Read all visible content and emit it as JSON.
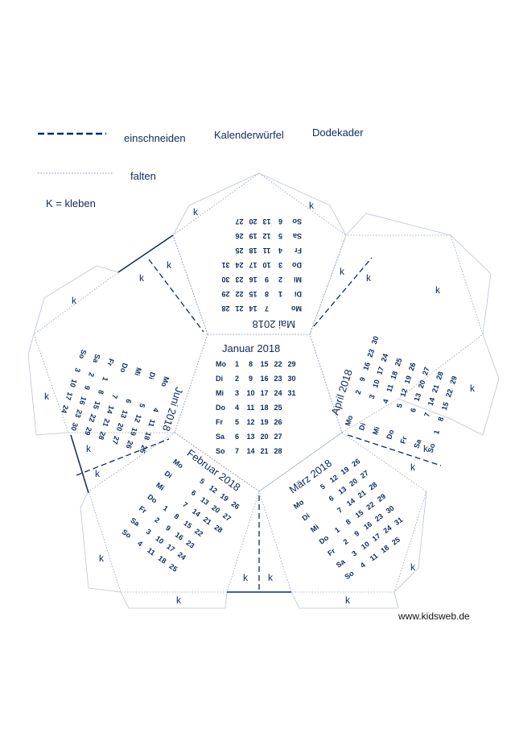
{
  "legend": {
    "cut": "einschneiden",
    "fold": "falten",
    "glue": "K = kleben"
  },
  "header": {
    "title1": "Kalenderwürfel",
    "title2": "Dodekader"
  },
  "glue_tab": "k",
  "footer": "www.kidsweb.de",
  "colors": {
    "ink": "#0e2a5c",
    "paper": "#ffffff"
  },
  "weekdays": [
    "Mo",
    "Di",
    "Mi",
    "Do",
    "Fr",
    "Sa",
    "So"
  ],
  "months": [
    {
      "id": "jan",
      "title": "Januar   2018",
      "rows": [
        [
          "1",
          "8",
          "15",
          "22",
          "29"
        ],
        [
          "2",
          "9",
          "16",
          "23",
          "30"
        ],
        [
          "3",
          "10",
          "17",
          "24",
          "31"
        ],
        [
          "4",
          "11",
          "18",
          "25",
          ""
        ],
        [
          "5",
          "12",
          "19",
          "26",
          ""
        ],
        [
          "6",
          "13",
          "20",
          "27",
          ""
        ],
        [
          "7",
          "14",
          "21",
          "28",
          ""
        ]
      ]
    },
    {
      "id": "feb",
      "title": "Februar  2018",
      "rows": [
        [
          "",
          "5",
          "12",
          "19",
          "26"
        ],
        [
          "",
          "6",
          "13",
          "20",
          "27"
        ],
        [
          "",
          "7",
          "14",
          "21",
          "28"
        ],
        [
          "1",
          "8",
          "15",
          "22",
          ""
        ],
        [
          "2",
          "9",
          "16",
          "23",
          ""
        ],
        [
          "3",
          "10",
          "17",
          "24",
          ""
        ],
        [
          "4",
          "11",
          "18",
          "25",
          ""
        ]
      ]
    },
    {
      "id": "mar",
      "title": "März 2018",
      "rows": [
        [
          "",
          "5",
          "12",
          "19",
          "26"
        ],
        [
          "",
          "6",
          "13",
          "20",
          "27"
        ],
        [
          "",
          "7",
          "14",
          "21",
          "28"
        ],
        [
          "1",
          "8",
          "15",
          "22",
          "29"
        ],
        [
          "2",
          "9",
          "16",
          "23",
          "30"
        ],
        [
          "3",
          "10",
          "17",
          "24",
          "31"
        ],
        [
          "4",
          "11",
          "18",
          "25",
          ""
        ]
      ]
    },
    {
      "id": "apr",
      "title": "April 2018",
      "rows": [
        [
          "",
          "2",
          "9",
          "16",
          "23",
          "30"
        ],
        [
          "",
          "3",
          "10",
          "17",
          "24",
          ""
        ],
        [
          "",
          "4",
          "11",
          "18",
          "25",
          ""
        ],
        [
          "",
          "5",
          "12",
          "19",
          "26",
          ""
        ],
        [
          "",
          "6",
          "13",
          "20",
          "27",
          ""
        ],
        [
          "",
          "7",
          "14",
          "21",
          "28",
          ""
        ],
        [
          "1",
          "8",
          "15",
          "22",
          "29",
          ""
        ]
      ]
    },
    {
      "id": "mai",
      "title": "Mai 2018",
      "rows": [
        [
          "",
          "7",
          "14",
          "21",
          "28"
        ],
        [
          "1",
          "8",
          "15",
          "22",
          "29"
        ],
        [
          "2",
          "9",
          "16",
          "23",
          "30"
        ],
        [
          "3",
          "10",
          "17",
          "24",
          "31"
        ],
        [
          "4",
          "11",
          "18",
          "25",
          ""
        ],
        [
          "5",
          "12",
          "19",
          "26",
          ""
        ],
        [
          "6",
          "13",
          "20",
          "27",
          ""
        ]
      ]
    },
    {
      "id": "jun",
      "title": "Juni 2018",
      "rows": [
        [
          "",
          "4",
          "11",
          "18",
          "25"
        ],
        [
          "",
          "5",
          "12",
          "19",
          "26"
        ],
        [
          "",
          "6",
          "13",
          "20",
          "27"
        ],
        [
          "",
          "7",
          "14",
          "21",
          "28"
        ],
        [
          "1",
          "8",
          "15",
          "22",
          "29"
        ],
        [
          "2",
          "9",
          "16",
          "23",
          "30"
        ],
        [
          "3",
          "10",
          "17",
          "24",
          ""
        ]
      ]
    }
  ]
}
